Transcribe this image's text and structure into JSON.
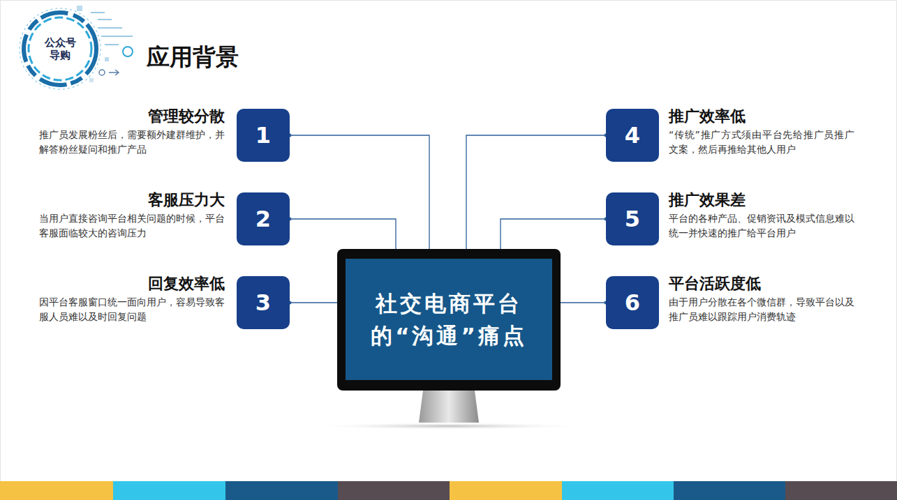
{
  "diagram": {
    "title": "应用背景",
    "nodes": [
      {
        "text": [
          "公众号 导购"
        ]
      },
      {
        "text": [
          "管理较分散",
          "推广员发展粉丝后，需要额外建群维护，并解答粉丝疑问和推广产品",
          "1"
        ]
      },
      {
        "text": [
          "客服压力大",
          "当用户直接咨询平台相关问题的时候，平台客服面临较大的咨询压力",
          "2"
        ]
      },
      {
        "text": [
          "回复效率低",
          "因平台客服窗口统一面向用户，容易导致客服人员难以及时回复问题",
          "3"
        ]
      },
      {
        "text": [
          "推广效率低",
          "“传统”推广方式须由平台先给推广员推广文案，然后再推给其他人用户",
          "4"
        ]
      },
      {
        "text": [
          "推广效果差",
          "平台的各种产品、促销资讯及模式信息难以统一并快速的推广给平台用户",
          "5"
        ]
      },
      {
        "text": [
          "平台活跃度低",
          "由于用户分散在各个微信群，导致平台以及推广员难以跟踪用户消费轨迹",
          "6"
        ]
      },
      {
        "text": [
          "社交电商平台 的“沟通”痛点"
        ]
      }
    ],
    "edges": [
      {
        "from": 1,
        "to": 7,
        "arrow": "none"
      },
      {
        "from": 2,
        "to": 7,
        "arrow": "none"
      },
      {
        "from": 3,
        "to": 7,
        "arrow": "none"
      },
      {
        "from": 4,
        "to": 7,
        "arrow": "none"
      },
      {
        "from": 5,
        "to": 7,
        "arrow": "none"
      },
      {
        "from": 6,
        "to": 7,
        "arrow": "none"
      }
    ]
  }
}
